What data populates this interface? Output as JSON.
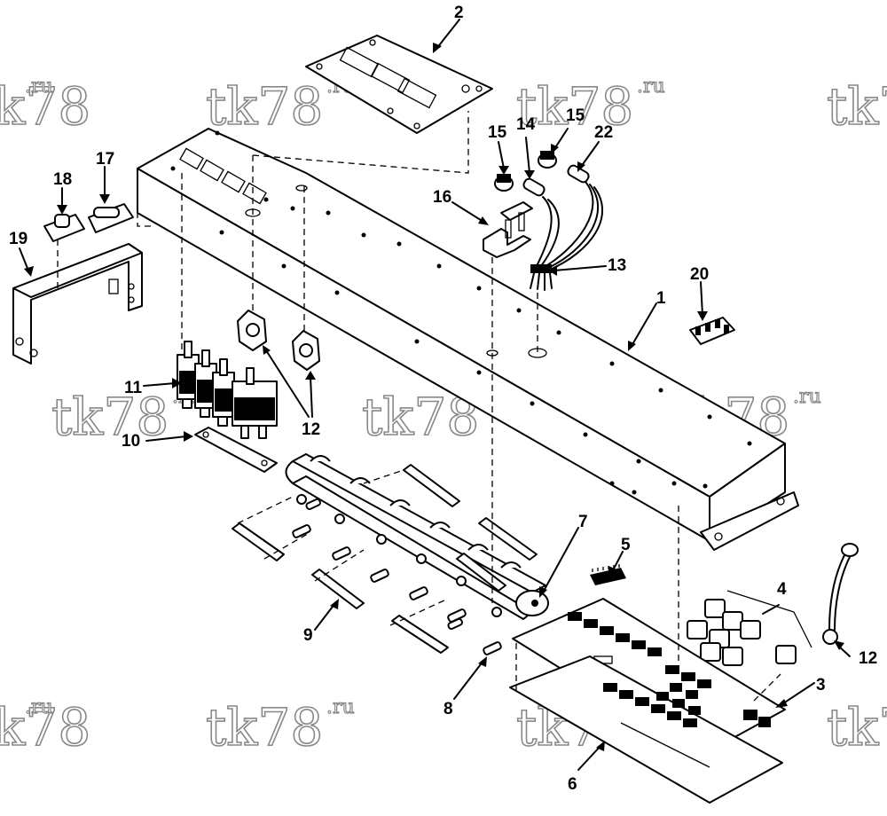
{
  "watermark": {
    "text": "tk78",
    "suffix": ".ru"
  },
  "callouts": {
    "c1": "1",
    "c2": "2",
    "c3": "3",
    "c4": "4",
    "c5": "5",
    "c6": "6",
    "c7": "7",
    "c8": "8",
    "c9": "9",
    "c10": "10",
    "c11": "11",
    "c12a": "12",
    "c12b": "12",
    "c13": "13",
    "c14": "14",
    "c15a": "15",
    "c15b": "15",
    "c16": "16",
    "c17": "17",
    "c18": "18",
    "c19": "19",
    "c20": "20",
    "c22": "22"
  }
}
